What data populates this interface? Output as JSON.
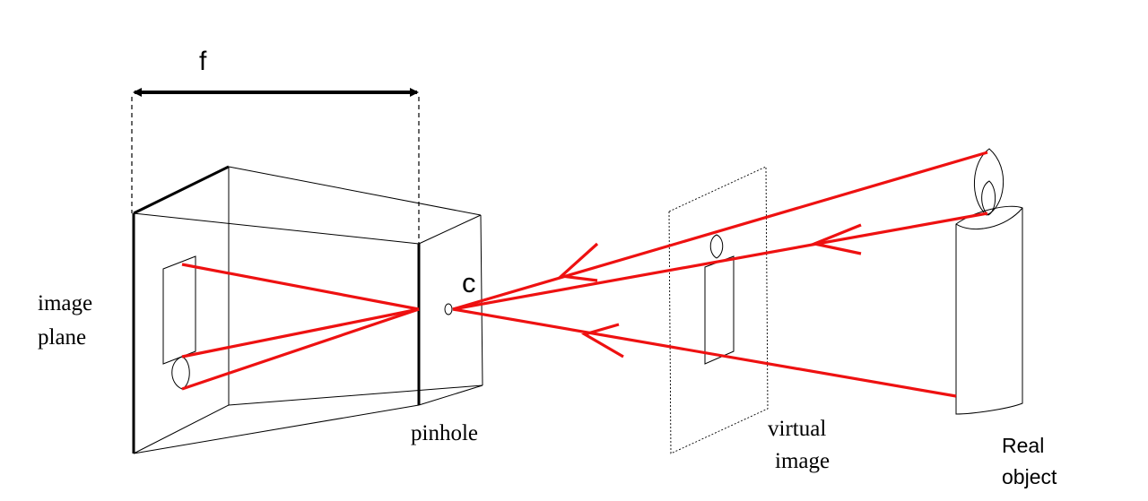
{
  "labels": {
    "focal_length": "f",
    "center": "c",
    "image_plane_line1": "image",
    "image_plane_line2": "plane",
    "pinhole": "pinhole",
    "virtual_image_line1": "virtual",
    "virtual_image_line2": "image",
    "real_object_line1": "Real",
    "real_object_line2": "object"
  },
  "colors": {
    "ray": "#ee1111",
    "outline": "#000000",
    "background": "#ffffff"
  }
}
